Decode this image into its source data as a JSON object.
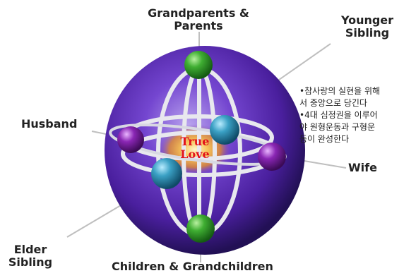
{
  "center": {
    "line1": "True",
    "line2": "Love"
  },
  "labels": {
    "top_line1": "Grandparents &",
    "top_line2": "Parents",
    "younger_line1": "Younger",
    "younger_line2": "Sibling",
    "husband": "Husband",
    "wife": "Wife",
    "elder_line1": "Elder",
    "elder_line2": "Sibling",
    "bottom": "Children & Grandchildren"
  },
  "note_lines": [
    "•참사랑의 실현을 위해",
    "서 중앙으로 당긴다",
    "•4대 심정권을 이루어",
    "야 원형운동과 구형운",
    "동이 완성한다"
  ],
  "colors": {
    "sphere_outer": "#2a1268",
    "sphere_mid": "#6a3cc4",
    "sphere_highlight": "#b9a3ee",
    "ring": "#e8e8ee",
    "green_node": "#2f9a2a",
    "cyan_node": "#2f93b8",
    "purple_node": "#7a1fa0",
    "center_glow": "#f7c45a",
    "center_text": "#e3121b"
  }
}
